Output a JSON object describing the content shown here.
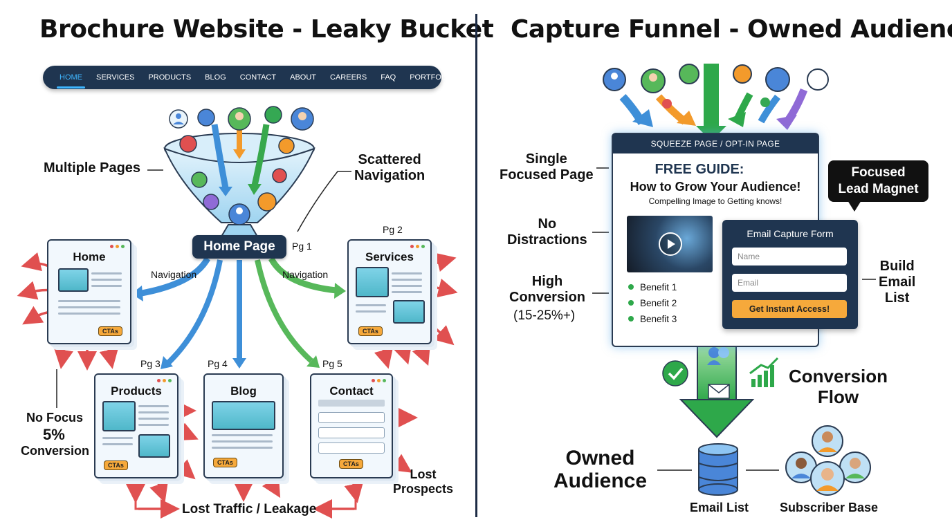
{
  "left": {
    "title": "Brochure Website - Leaky Bucket",
    "nav_items": [
      "HOME",
      "SERVICES",
      "PRODUCTS",
      "BLOG",
      "CONTACT",
      "ABOUT",
      "CAREERS",
      "FAQ",
      "PORTFOLIO"
    ],
    "labels": {
      "multiple_pages": "Multiple Pages",
      "scattered_navigation": "Scattered\nNavigation",
      "home_page": "Home Page",
      "navigation_left": "Navigation",
      "navigation_right": "Navigation",
      "no_focus": "No Focus",
      "conversion_pct": "5%",
      "conversion": "Conversion",
      "lost_traffic": "Lost Traffic / Leakage",
      "lost_prospects": "Lost\nProspects"
    },
    "pages": [
      {
        "title": "Home",
        "pg": "Pg 1",
        "cta": "CTAs"
      },
      {
        "title": "Services",
        "pg": "Pg 2",
        "cta": "CTAs"
      },
      {
        "title": "Products",
        "pg": "Pg 3",
        "cta": "CTAs"
      },
      {
        "title": "Blog",
        "pg": "Pg 4",
        "cta": "CTAs"
      },
      {
        "title": "Contact",
        "pg": "Pg 5",
        "cta": "CTAs"
      }
    ]
  },
  "right": {
    "title": "Capture Funnel - Owned Audience",
    "squeeze_header": "SQUEEZE PAGE / OPT-IN PAGE",
    "guide_title": "FREE GUIDE:",
    "guide_subtitle": "How to Grow Your Audience!",
    "guide_caption": "Compelling Image to Getting knows!",
    "benefits": [
      "Benefit 1",
      "Benefit 2",
      "Benefit 3"
    ],
    "form": {
      "title": "Email Capture Form",
      "name_placeholder": "Name",
      "email_placeholder": "Email",
      "button": "Get Instant Access!"
    },
    "bubble": "Focused\nLead Magnet",
    "labels": {
      "single_focused_page": "Single\nFocused Page",
      "no_distractions": "No\nDistractions",
      "high_conversion": "High\nConversion",
      "high_conversion_pct": "(15-25%+)",
      "build_email_list": "Build\nEmail\nList",
      "conversion_flow": "Conversion\nFlow",
      "owned_audience": "Owned\nAudience",
      "email_list": "Email List",
      "subscriber_base": "Subscriber Base"
    }
  },
  "colors": {
    "navy": "#1f3550",
    "accent_blue": "#3fb6ff",
    "orange": "#f6a93b",
    "green": "#2ea84a",
    "red_arrow": "#e05050"
  }
}
